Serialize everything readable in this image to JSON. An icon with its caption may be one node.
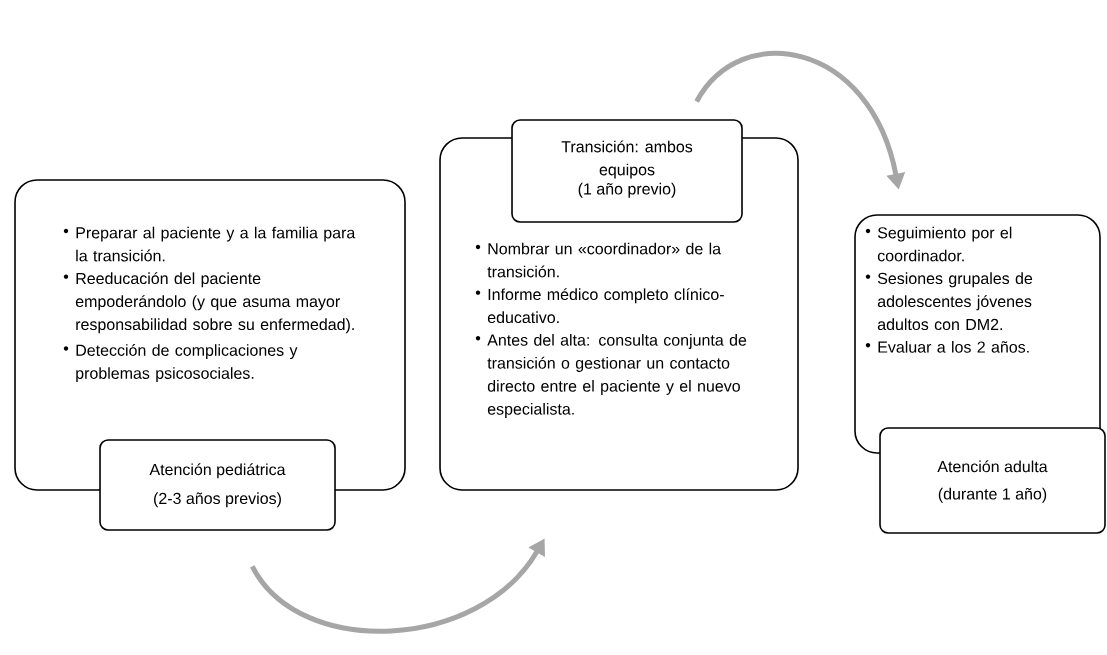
{
  "diagram": {
    "nodes": [
      {
        "text": [
          "Preparar al paciente y a la familia para la transición.",
          "Reeducación del paciente empoderándolo (y que asuma mayor responsabilidad sobre su enfermedad).",
          "Detección de complicaciones y problemas psicosociales."
        ]
      },
      {
        "text": [
          "Atención pediátrica",
          "(2-3 años previos)"
        ]
      },
      {
        "text": [
          "Transición: ambos equipos",
          "(1 año previo)"
        ]
      },
      {
        "text": [
          "Nombrar un «coordinador» de la transición.",
          "Informe médico completo clínico-educativo.",
          "Antes del alta: consulta conjunta de transición o gestionar un contacto directo entre el paciente y el nuevo especialista."
        ]
      },
      {
        "text": [
          "Seguimiento por el coordinador.",
          "Sesiones grupales de adolescentes jóvenes adultos con DM2.",
          "Evaluar a los 2 años."
        ]
      },
      {
        "text": [
          "Atención adulta",
          "(durante 1 año)"
        ]
      }
    ],
    "edges": [
      {
        "from": 1,
        "to": 3,
        "arrow": "to"
      },
      {
        "from": 2,
        "to": 4,
        "arrow": "to"
      }
    ]
  }
}
